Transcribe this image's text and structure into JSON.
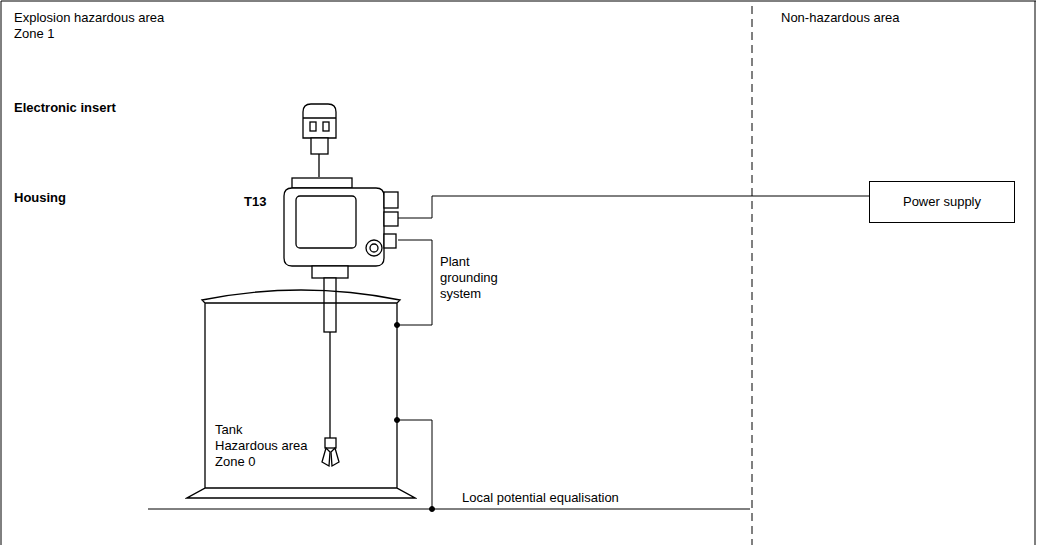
{
  "diagram": {
    "nodes": [
      {
        "text": [
          "Power supply"
        ]
      },
      {
        "text": [
          "Tank",
          "Hazardous area Zone 0"
        ]
      }
    ],
    "labels": [
      "Explosion hazardous area Zone 1",
      "Non-hazardous area",
      "Electronic insert",
      "Housing",
      "T13",
      "Plant grounding system",
      "Local potential equalisation"
    ]
  }
}
